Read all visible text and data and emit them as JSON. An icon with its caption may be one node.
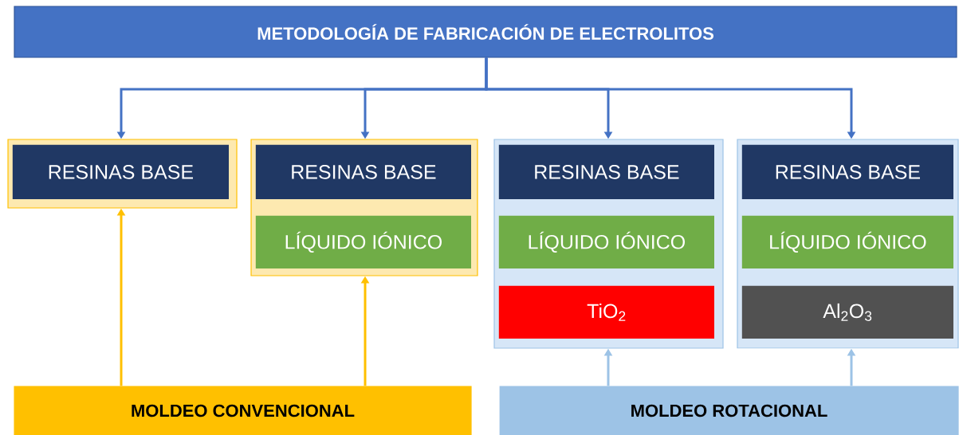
{
  "diagram": {
    "nodes": [
      {
        "text": [
          "METODOLOGÍA DE FABRICACIÓN DE ELECTROLITOS"
        ]
      },
      {
        "text": [],
        "shape": "box"
      },
      {
        "text": [
          "RESINAS BASE"
        ],
        "in": 1
      },
      {
        "text": [],
        "shape": "box"
      },
      {
        "text": [
          "RESINAS BASE"
        ],
        "in": 3
      },
      {
        "text": [
          "LÍQUIDO IÓNICO"
        ],
        "in": 3
      },
      {
        "text": [],
        "shape": "box"
      },
      {
        "text": [
          "RESINAS BASE"
        ],
        "in": 6
      },
      {
        "text": [
          "LÍQUIDO IÓNICO"
        ],
        "in": 6
      },
      {
        "text": [
          "TiO$_{2}$"
        ],
        "in": 6
      },
      {
        "text": [],
        "shape": "box"
      },
      {
        "text": [
          "RESINAS BASE"
        ],
        "in": 10
      },
      {
        "text": [
          "LÍQUIDO IÓNICO"
        ],
        "in": 10
      },
      {
        "text": [
          "Al$_{2}$O$_{3}$"
        ],
        "in": 10
      },
      {
        "text": [
          "MOLDEO CONVENCIONAL"
        ]
      },
      {
        "text": [
          "MOLDEO ROTACIONAL"
        ]
      }
    ],
    "edges": [
      {
        "from": 0,
        "to": 1,
        "arrow": "to",
        "color": "#4472c4"
      },
      {
        "from": 0,
        "to": 3,
        "arrow": "to",
        "color": "#4472c4"
      },
      {
        "from": 0,
        "to": 6,
        "arrow": "to",
        "color": "#4472c4"
      },
      {
        "from": 0,
        "to": 10,
        "arrow": "to",
        "color": "#4472c4"
      },
      {
        "from": 14,
        "to": 1,
        "arrow": "to",
        "color": "#ffc000"
      },
      {
        "from": 14,
        "to": 3,
        "arrow": "to",
        "color": "#ffc000"
      },
      {
        "from": 15,
        "to": 6,
        "arrow": "to",
        "color": "#9dc3e6"
      },
      {
        "from": 15,
        "to": 10,
        "arrow": "to",
        "color": "#9dc3e6"
      }
    ]
  }
}
